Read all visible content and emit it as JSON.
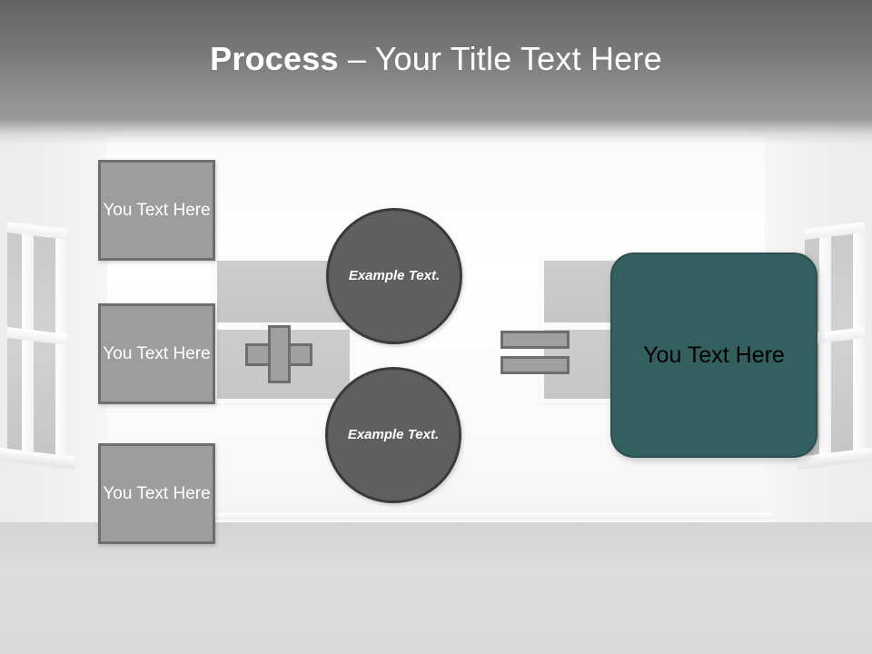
{
  "slide": {
    "title_strong": "Process",
    "title_rest": " – Your Title Text Here"
  },
  "inputs": [
    {
      "label": "You Text Here"
    },
    {
      "label": "You Text Here"
    },
    {
      "label": "You Text Here"
    }
  ],
  "circles": [
    {
      "label": "Example Text."
    },
    {
      "label": "Example Text."
    }
  ],
  "operators": {
    "plus": "plus-sign",
    "equals": "equals-sign"
  },
  "result": {
    "label": "You Text Here"
  },
  "colors": {
    "title_band_top": "#636363",
    "title_band_bottom": "#9b9b9b",
    "box_fill": "#9d9d9d",
    "box_border": "#6e6e6e",
    "circle_fill": "#5f5f5f",
    "circle_border": "#3a3a3a",
    "result_fill": "#33605f",
    "result_border": "#2a4f4e",
    "operator_fill": "#a0a0a0",
    "operator_border": "#6e6e6e",
    "title_text": "#ffffff",
    "result_text": "#000000"
  }
}
